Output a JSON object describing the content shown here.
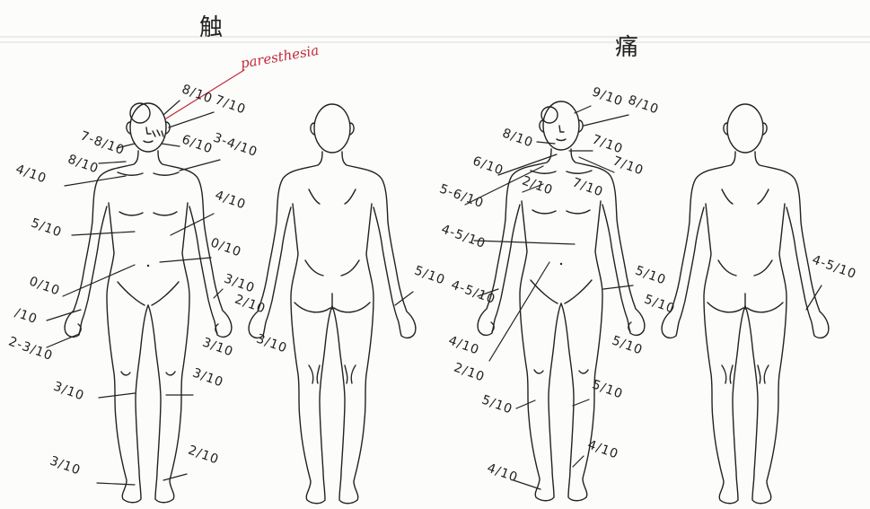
{
  "sensation_chart": {
    "heading": "触",
    "note": "paresthesia",
    "annotations": [
      "8/10",
      "7/10",
      "7-8/10",
      "6/10",
      "3-4/10",
      "8/10",
      "4/10",
      "4/10",
      "5/10",
      "0/10",
      "0/10",
      "/10",
      "3/10",
      "2/10",
      "2-3/10",
      "3/10",
      "3/10",
      "3/10",
      "3/10",
      "2/10",
      "3/10",
      "5/10"
    ]
  },
  "pain_chart": {
    "heading": "痛",
    "annotations": [
      "9/10",
      "8/10",
      "8/10",
      "7/10",
      "7/10",
      "6/10",
      "2/10",
      "7/10",
      "5-6/10",
      "4-5/10",
      "4-5/10",
      "5/10",
      "5/10",
      "5/10",
      "4/10",
      "2/10",
      "5/10",
      "5/10",
      "4/10",
      "4/10",
      "4-5/10"
    ]
  },
  "colors": {
    "ink": "#222222",
    "note_ink": "#c0283a",
    "paper": "#fcfcfa",
    "rule": "#dcdcdc"
  }
}
